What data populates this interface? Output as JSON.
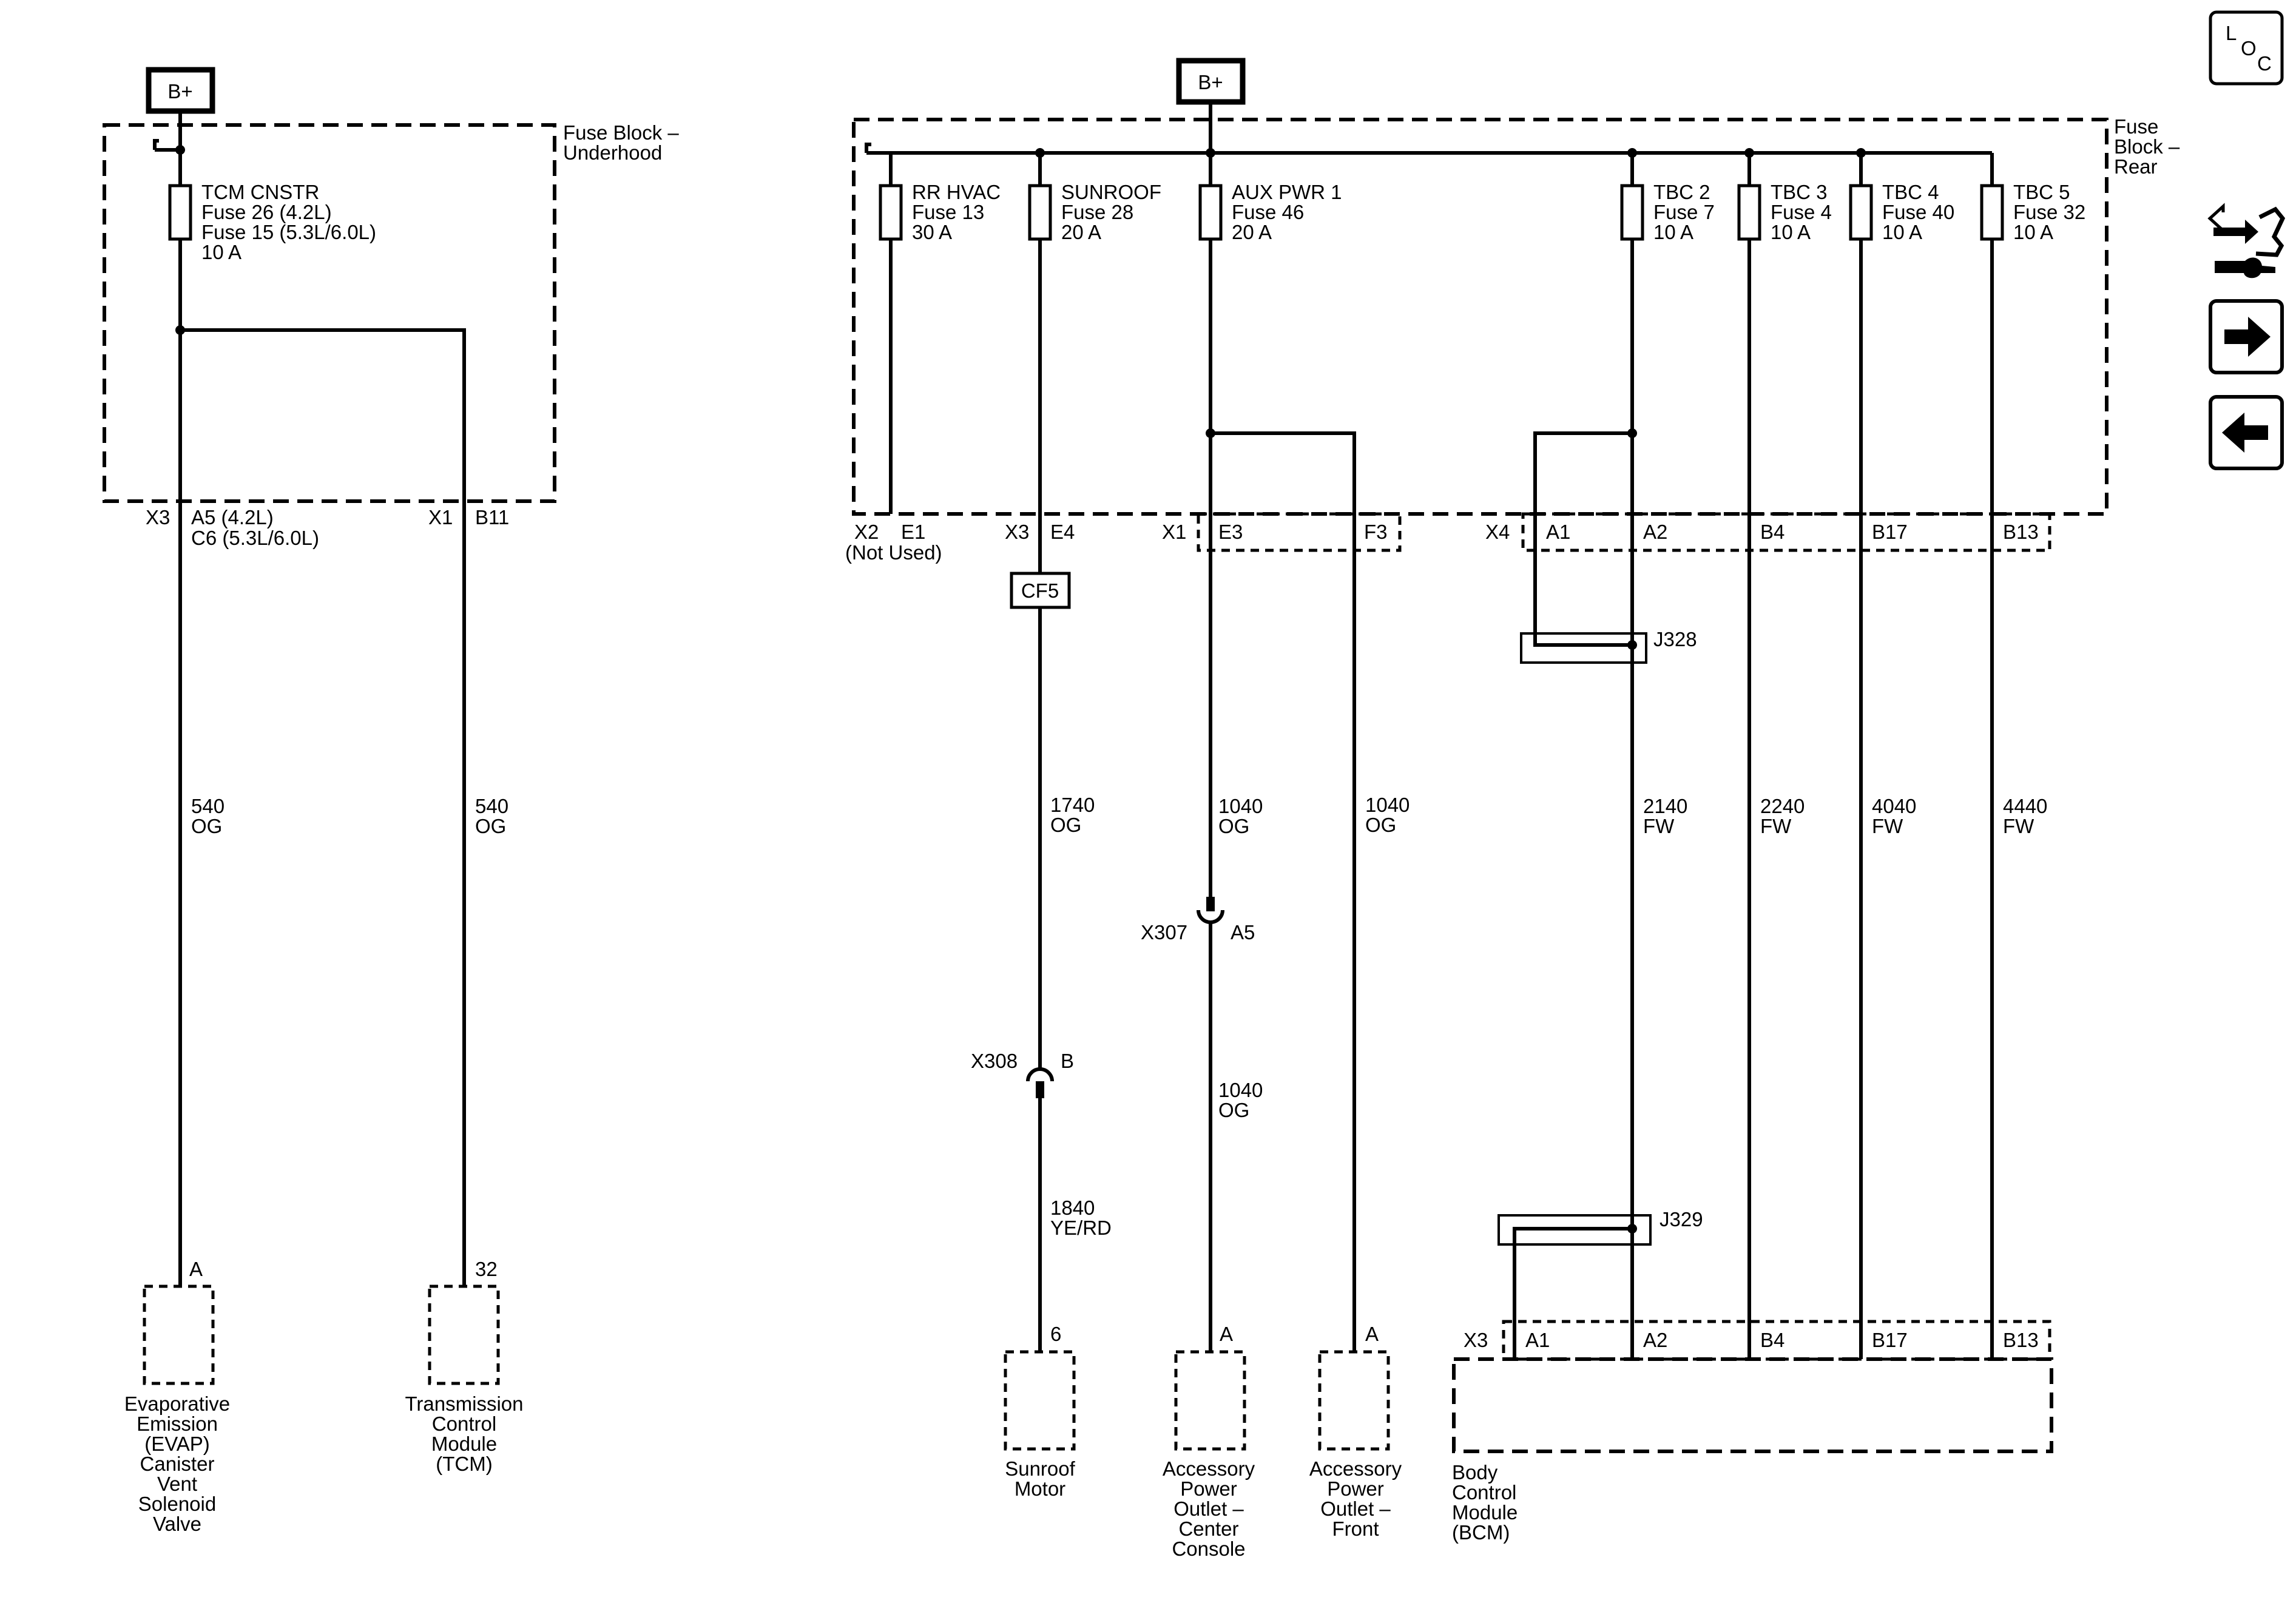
{
  "battery": {
    "label": "B+"
  },
  "underhood": {
    "block_label": [
      "Fuse Block –",
      "Underhood"
    ],
    "fuse": [
      "TCM CNSTR",
      "Fuse 26 (4.2L)",
      "Fuse 15 (5.3L/6.0L)",
      "10 A"
    ],
    "conn_x3": "X3",
    "pin_x3": [
      "A5 (4.2L)",
      "C6 (5.3L/6.0L)"
    ],
    "conn_x1": "X1",
    "pin_x1": "B11",
    "wire_left": [
      "540",
      "OG"
    ],
    "wire_right": [
      "540",
      "OG"
    ],
    "evap_pin": "A",
    "tcm_pin": "32",
    "evap_label": [
      "Evaporative",
      "Emission",
      "(EVAP)",
      "Canister",
      "Vent",
      "Solenoid",
      "Valve"
    ],
    "tcm_label": [
      "Transmission",
      "Control",
      "Module",
      "(TCM)"
    ]
  },
  "rear": {
    "block_label": [
      "Fuse",
      "Block –",
      "Rear"
    ],
    "fuses": [
      {
        "name": "RR HVAC",
        "fuse": "Fuse 13",
        "amps": "30 A"
      },
      {
        "name": "SUNROOF",
        "fuse": "Fuse 28",
        "amps": "20 A"
      },
      {
        "name": "AUX PWR 1",
        "fuse": "Fuse 46",
        "amps": "20 A"
      },
      {
        "name": "TBC 2",
        "fuse": "Fuse 7",
        "amps": "10 A"
      },
      {
        "name": "TBC 3",
        "fuse": "Fuse 4",
        "amps": "10 A"
      },
      {
        "name": "TBC 4",
        "fuse": "Fuse 40",
        "amps": "10 A"
      },
      {
        "name": "TBC 5",
        "fuse": "Fuse 32",
        "amps": "10 A"
      }
    ],
    "connectors": {
      "x2": "X2",
      "x2_pin": "E1",
      "not_used": "(Not Used)",
      "x3": "X3",
      "x3_pin": "E4",
      "x1": "X1",
      "x1_pin_e3": "E3",
      "x1_pin_f3": "F3",
      "x4": "X4",
      "x4_pins": [
        "A1",
        "A2",
        "B4",
        "B17",
        "B13"
      ]
    },
    "cf5": "CF5",
    "j328": "J328",
    "j329": "J329",
    "wires": {
      "sunroof_1": [
        "1740",
        "OG"
      ],
      "sunroof_2": [
        "1840",
        "YE/RD"
      ],
      "aux_center_1": [
        "1040",
        "OG"
      ],
      "aux_center_2": [
        "1040",
        "OG"
      ],
      "aux_front": [
        "1040",
        "OG"
      ],
      "tbc2": [
        "2140",
        "FW"
      ],
      "tbc3": [
        "2240",
        "FW"
      ],
      "tbc4": [
        "4040",
        "FW"
      ],
      "tbc5": [
        "4440",
        "FW"
      ]
    },
    "x308": {
      "name": "X308",
      "pin": "B"
    },
    "x307": {
      "name": "X307",
      "pin": "A5"
    },
    "sunroof_pin": "6",
    "center_pin": "A",
    "front_pin": "A",
    "bcm_conn": "X3",
    "bcm_pins": [
      "A1",
      "A2",
      "B4",
      "B17",
      "B13"
    ],
    "sunroof_label": [
      "Sunroof",
      "Motor"
    ],
    "center_label": [
      "Accessory",
      "Power",
      "Outlet –",
      "Center",
      "Console"
    ],
    "front_label": [
      "Accessory",
      "Power",
      "Outlet –",
      "Front"
    ],
    "bcm_label": [
      "Body",
      "Control",
      "Module",
      "(BCM)"
    ]
  },
  "side_icons": {
    "loc": [
      "L",
      "O",
      "C"
    ],
    "icons": [
      "locator-icon",
      "connector-tool-icon",
      "arrow-right-icon",
      "arrow-left-icon"
    ]
  }
}
